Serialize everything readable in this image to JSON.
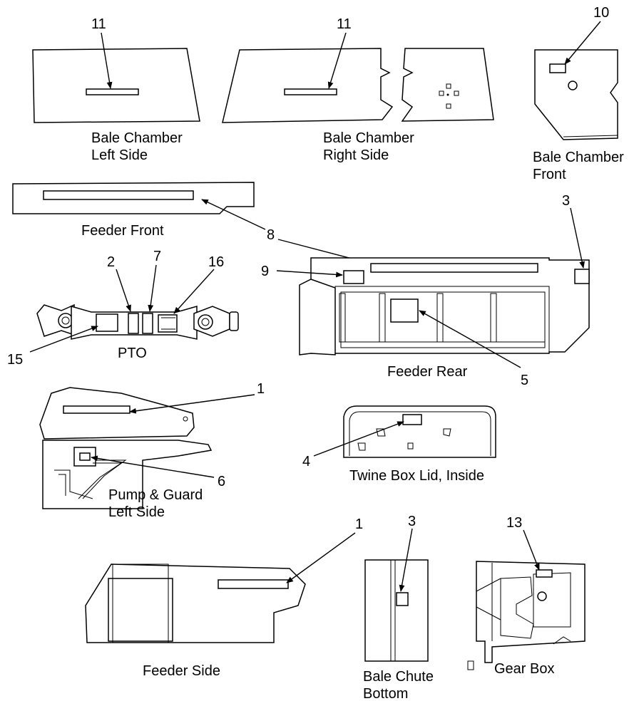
{
  "captions": {
    "bale_chamber_left_1": "Bale Chamber",
    "bale_chamber_left_2": "Left Side",
    "bale_chamber_right_1": "Bale Chamber",
    "bale_chamber_right_2": "Right Side",
    "bale_chamber_front_1": "Bale Chamber",
    "bale_chamber_front_2": "Front",
    "feeder_front": "Feeder Front",
    "pto": "PTO",
    "feeder_rear": "Feeder Rear",
    "pump_guard_1": "Pump & Guard",
    "pump_guard_2": "Left Side",
    "twine_box_lid": "Twine Box Lid, Inside",
    "feeder_side": "Feeder Side",
    "bale_chute_1": "Bale Chute",
    "bale_chute_2": "Bottom",
    "gear_box": "Gear Box"
  },
  "callouts": {
    "c11a": "11",
    "c11b": "11",
    "c10": "10",
    "c3a": "3",
    "c8": "8",
    "c9": "9",
    "c2": "2",
    "c7": "7",
    "c16": "16",
    "c15": "15",
    "c5": "5",
    "c1a": "1",
    "c4": "4",
    "c6": "6",
    "c1b": "1",
    "c3b": "3",
    "c13": "13"
  }
}
